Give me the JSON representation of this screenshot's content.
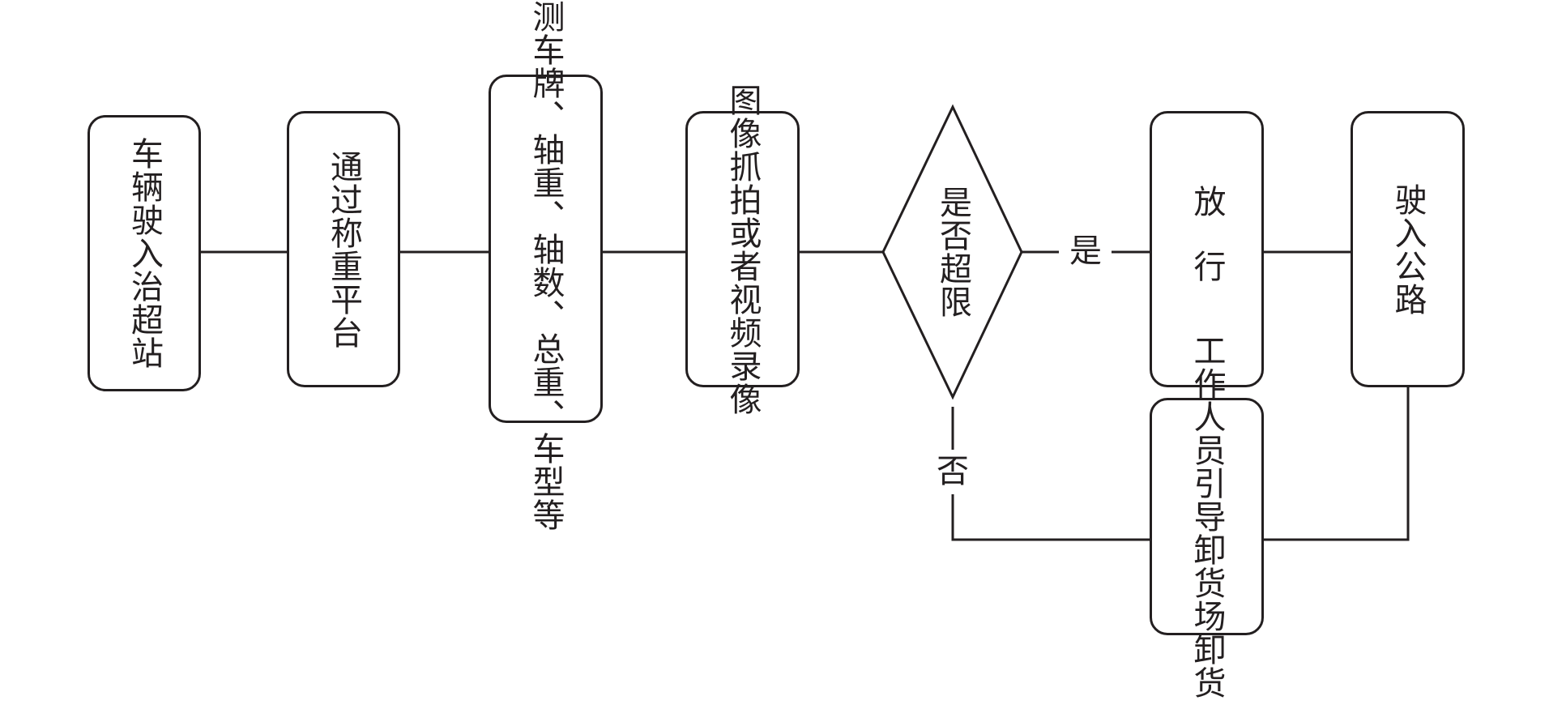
{
  "nodes": {
    "enter_station": "车辆驶入治超站",
    "weigh_platform": "通过称重平台",
    "detection": "检测车牌、轴重、轴数、总重、车型等",
    "capture": "图像抓拍或者视频录像",
    "overload_check": "是否超限",
    "release": "放行",
    "enter_road": "驶入公路",
    "unload": "工作人员引导卸货场卸货"
  },
  "edges": {
    "yes_label": "是",
    "no_label": "否"
  },
  "colors": {
    "stroke": "#231f20",
    "background": "#ffffff"
  }
}
